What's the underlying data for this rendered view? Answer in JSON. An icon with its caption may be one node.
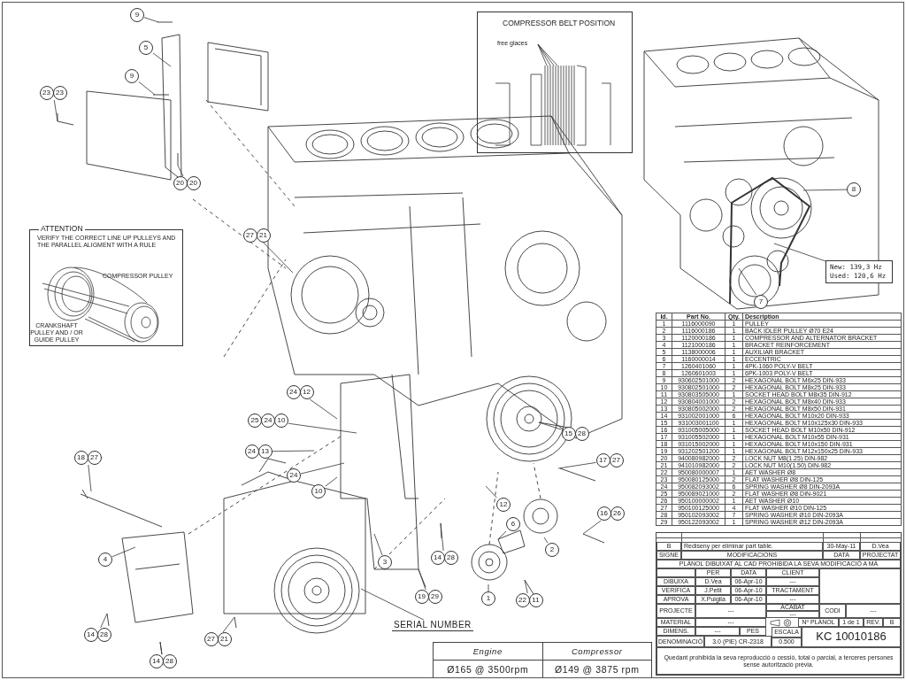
{
  "diagram": {
    "nodes": [
      {
        "text": [
          "9"
        ]
      },
      {
        "text": [
          "5"
        ]
      },
      {
        "text": [
          "9"
        ]
      },
      {
        "text": [
          "23",
          "23"
        ]
      },
      {
        "text": [
          "20",
          "20"
        ]
      },
      {
        "text": [
          "COMPRESSOR BELT POSITION",
          "free glaces"
        ]
      },
      {
        "text": [
          "8"
        ]
      },
      {
        "text": [
          "ATTENTION",
          "VERIFY THE CORRECT LINE UP PULLEYS AND THE PARALLEL ALIGMENT WITH A RULE",
          "COMPRESSOR PULLEY",
          "CRANKSHAFT PULLEY AND / OR GUIDE PULLEY"
        ]
      },
      {
        "text": [
          "27",
          "21"
        ]
      },
      {
        "text": [
          "New: 139,3 Hz",
          "Used: 120,6 Hz"
        ]
      },
      {
        "text": [
          "7"
        ]
      },
      {
        "text": [
          "24",
          "12"
        ]
      },
      {
        "text": [
          "25",
          "24",
          "10"
        ]
      },
      {
        "text": [
          "24",
          "13"
        ]
      },
      {
        "text": [
          "15",
          "28"
        ]
      },
      {
        "text": [
          "18",
          "27"
        ]
      },
      {
        "text": [
          "17",
          "27"
        ]
      },
      {
        "text": [
          "24"
        ]
      },
      {
        "text": [
          "10"
        ]
      },
      {
        "text": [
          "12"
        ]
      },
      {
        "text": [
          "16",
          "26"
        ]
      },
      {
        "text": [
          "6"
        ]
      },
      {
        "text": [
          "2"
        ]
      },
      {
        "text": [
          "4"
        ]
      },
      {
        "text": [
          "3"
        ]
      },
      {
        "text": [
          "14",
          "28"
        ]
      },
      {
        "text": [
          "19",
          "29"
        ]
      },
      {
        "text": [
          "1"
        ]
      },
      {
        "text": [
          "22",
          "11"
        ]
      },
      {
        "text": [
          "SERIAL NUMBER"
        ]
      },
      {
        "text": [
          "14",
          "28"
        ]
      },
      {
        "text": [
          "27",
          "21"
        ]
      },
      {
        "text": [
          "14",
          "28"
        ]
      }
    ],
    "edges": [
      {
        "from": 0,
        "to": null,
        "arrow": "none"
      },
      {
        "from": 1,
        "to": null,
        "arrow": "none"
      },
      {
        "from": 2,
        "to": null,
        "arrow": "none"
      },
      {
        "from": 3,
        "to": null,
        "arrow": "none"
      },
      {
        "from": 4,
        "to": null,
        "arrow": "none"
      },
      {
        "from": 6,
        "to": null,
        "arrow": "none"
      },
      {
        "from": 8,
        "to": null,
        "arrow": "none"
      },
      {
        "from": 9,
        "to": null,
        "arrow": "none"
      },
      {
        "from": 10,
        "to": null,
        "arrow": "none"
      },
      {
        "from": 11,
        "to": null,
        "arrow": "none"
      },
      {
        "from": 12,
        "to": null,
        "arrow": "none"
      },
      {
        "from": 13,
        "to": null,
        "arrow": "none"
      },
      {
        "from": 14,
        "to": null,
        "arrow": "none"
      },
      {
        "from": 15,
        "to": null,
        "arrow": "none"
      },
      {
        "from": 16,
        "to": null,
        "arrow": "none"
      },
      {
        "from": 17,
        "to": null,
        "arrow": "none"
      },
      {
        "from": 18,
        "to": null,
        "arrow": "none"
      },
      {
        "from": 19,
        "to": null,
        "arrow": "none"
      },
      {
        "from": 20,
        "to": null,
        "arrow": "none"
      },
      {
        "from": 21,
        "to": null,
        "arrow": "none"
      },
      {
        "from": 22,
        "to": null,
        "arrow": "none"
      },
      {
        "from": 23,
        "to": null,
        "arrow": "none"
      },
      {
        "from": 24,
        "to": null,
        "arrow": "none"
      },
      {
        "from": 25,
        "to": null,
        "arrow": "none"
      },
      {
        "from": 26,
        "to": null,
        "arrow": "none"
      },
      {
        "from": 27,
        "to": null,
        "arrow": "none"
      },
      {
        "from": 28,
        "to": null,
        "arrow": "none"
      },
      {
        "from": 29,
        "to": null,
        "arrow": "none"
      },
      {
        "from": 30,
        "to": null,
        "arrow": "none"
      },
      {
        "from": 31,
        "to": null,
        "arrow": "none"
      },
      {
        "from": 32,
        "to": null,
        "arrow": "none"
      }
    ],
    "labels": [
      "Id.",
      "Part No.",
      "Qty.",
      "Description",
      "1",
      "1116000090",
      "1",
      "PULLEY",
      "2",
      "1116000186",
      "1",
      "BACK IDLER PULLEY Ø70 E24",
      "3",
      "1120000186",
      "1",
      "COMPRESSOR AND ALTERNATOR BRACKET",
      "4",
      "1121000186",
      "1",
      "BRACKET REINFORCEMENT",
      "5",
      "1138000006",
      "1",
      "AUXILIAR BRACKET",
      "6",
      "1160000014",
      "1",
      "ECCENTRIC",
      "7",
      "1260401060",
      "1",
      "4PK-1060 POLY-V BELT",
      "8",
      "1260601003",
      "1",
      "6PK-1003 POLY-V BELT",
      "9",
      "930602501000",
      "2",
      "HEXAGONAL BOLT M6x25 DIN-933",
      "10",
      "930802501000",
      "2",
      "HEXAGONAL BOLT M8x25 DIN-933",
      "11",
      "930803505000",
      "1",
      "SOCKET HEAD BOLT M8x35 DIN-912",
      "12",
      "930804001000",
      "2",
      "HEXAGONAL BOLT M8x40 DIN-933",
      "13",
      "930805002000",
      "2",
      "HEXAGONAL BOLT M8x50 DIN-931",
      "14",
      "931002001000",
      "6",
      "HEXAGONAL BOLT M10x20 DIN-933",
      "15",
      "931003001100",
      "1",
      "HEXAGONAL BOLT M10x125x30 DIN-933",
      "16",
      "931005005000",
      "1",
      "SOCKET HEAD BOLT M10x50 DIN-912",
      "17",
      "931005502000",
      "1",
      "HEXAGONAL BOLT M10x55 DIN-931",
      "18",
      "931015002000",
      "1",
      "HEXAGONAL BOLT M10x150 DIN-931",
      "19",
      "931202501200",
      "1",
      "HEXAGONAL BOLT M12x150x25 DIN-933",
      "20",
      "940080982000",
      "2",
      "LOCK NUT M8(1.25) DIN-982",
      "21",
      "941010982000",
      "2",
      "LOCK NUT M10(1.50) DIN-982",
      "22",
      "950080000007",
      "1",
      "AET WASHER Ø8",
      "23",
      "950080125000",
      "2",
      "FLAT WASHER Ø8 DIN-125",
      "24",
      "950082093002",
      "6",
      "SPRING WASHER Ø8 DIN-2093A",
      "25",
      "950089021000",
      "2",
      "FLAT WASHER Ø8 DIN-9021",
      "26",
      "950100000002",
      "1",
      "AET WASHER Ø10",
      "27",
      "950100125000",
      "4",
      "FLAT WASHER Ø10 DIN-125",
      "28",
      "950102093002",
      "7",
      "SPRING WASHER Ø10 DIN-2093A",
      "29",
      "950122093002",
      "1",
      "SPRING WASHER Ø12 DIN-2093A",
      "Engine",
      "Compressor",
      "Ø165 @ 3500rpm",
      "Ø149 @ 3875 rpm",
      "B",
      "Rediseny per eliminar part table.",
      "30-May-11",
      "D.Vea",
      "SIGNE",
      "MODIFICACIONS",
      "DATA",
      "PROJECTAT",
      "PLÀNOL DIBUIXAT AL CAD PROHIBIDA LA SEVA MODIFICACIÓ A MÀ",
      "PER",
      "DATA",
      "CLIENT",
      "DIBUIXA",
      "D.Vea",
      "06-Apr-10",
      "---",
      "VERIFICA",
      "J.Petit",
      "06-Apr-10",
      "TRACTAMENT",
      "APROVA",
      "X.Puigila",
      "06-Apr-10",
      "---",
      "PROJECTE",
      "---",
      "ACABAT",
      "---",
      "CODI",
      "---",
      "MATERIAL",
      "---",
      "Nº PLÀNOL",
      "1 de 1",
      "REV.",
      "B",
      "DIMENS.",
      "---",
      "PES",
      "DENOMINACIÓ",
      "3.0 (PIE) CR-2318",
      "ESCALA",
      "0.500",
      "KC 10010186",
      "Quedant prohibida la seva reproducció o cessió, total o parcial, a terceres persones sense autorització prèvia."
    ]
  }
}
